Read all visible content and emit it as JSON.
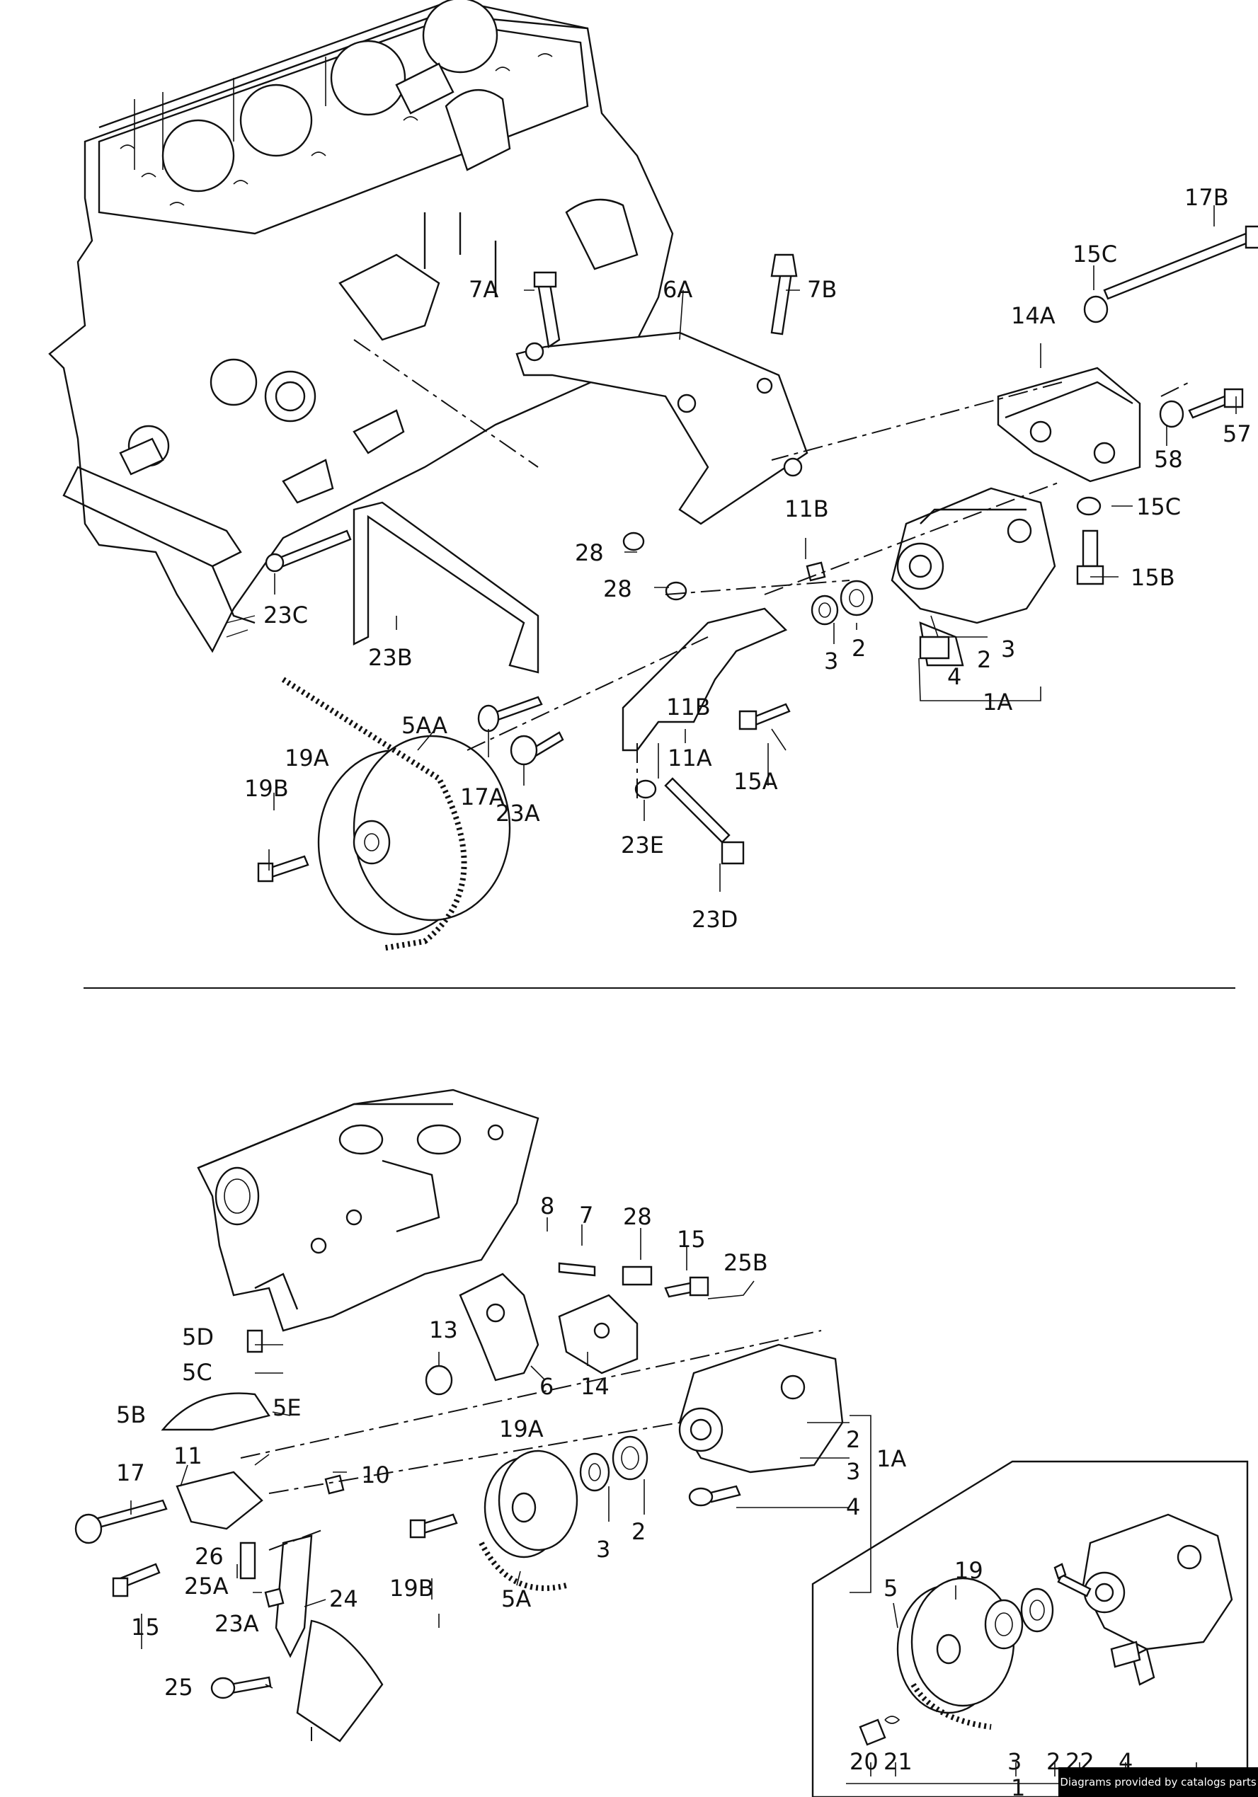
{
  "credit": "Diagrams provided by catalogs parts",
  "upper_labels": {
    "l17B": "17B",
    "l15C_top": "15C",
    "l14A": "14A",
    "l57": "57",
    "l58": "58",
    "l15C_mid": "15C",
    "l15B": "15B",
    "l7A": "7A",
    "l6A": "6A",
    "l7B": "7B",
    "l11B_top": "11B",
    "l28_a": "28",
    "l28_b": "28",
    "l3": "3",
    "l2": "2",
    "l2_b": "2",
    "l3_b": "3",
    "l4": "4",
    "l1A": "1A",
    "l23C": "23C",
    "l23B": "23B",
    "l5AA": "5AA",
    "l19A": "19A",
    "l19B": "19B",
    "l17A": "17A",
    "l23A": "23A",
    "l11B_low": "11B",
    "l11A": "11A",
    "l15A": "15A",
    "l23E": "23E",
    "l23D": "23D"
  },
  "lower_labels": {
    "l8": "8",
    "l7": "7",
    "l28": "28",
    "l15_top": "15",
    "l25B": "25B",
    "l5D": "5D",
    "l5C": "5C",
    "l5B": "5B",
    "l5E": "5E",
    "l13": "13",
    "l6": "6",
    "l14": "14",
    "l19A": "19A",
    "l2": "2",
    "l3": "3",
    "l1A": "1A",
    "l4": "4",
    "l17": "17",
    "l11": "11",
    "l10": "10",
    "l19B": "19B",
    "l3_low": "3",
    "l2_low": "2",
    "l26": "26",
    "l25A": "25A",
    "l24": "24",
    "l23A": "23A",
    "l15_low": "15",
    "l5A": "5A",
    "l25": "25"
  },
  "inset_labels": {
    "l5": "5",
    "l19": "19",
    "l20": "20",
    "l21": "21",
    "l3": "3",
    "l2": "2",
    "l22": "22",
    "l4": "4",
    "l1": "1"
  }
}
